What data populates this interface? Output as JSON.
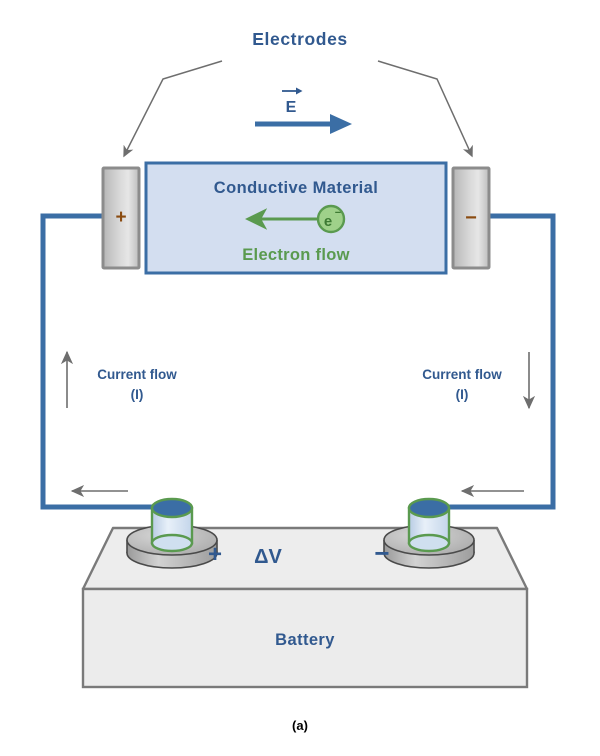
{
  "figure": {
    "caption": "(a)",
    "caption_color": "#000000"
  },
  "palette": {
    "wire_blue": "#3b6ea5",
    "label_blue": "#31598f",
    "block_fill": "#d3def0",
    "block_stroke": "#3b6ea5",
    "electrode_fill": "#c6c6c6",
    "electrode_stroke": "#8c8c8c",
    "electron_green": "#5a9a4f",
    "electron_fill": "#9fd18a",
    "battery_top_fill": "#ededed",
    "battery_front_fill": "#ececec",
    "battery_stroke": "#7a7a7a",
    "pointer_gray": "#6e6e6e",
    "sign_brown": "#8a4b10",
    "terminal_post_fill": "#ccdcef",
    "terminal_cap_fill": "#3b6ea5",
    "terminal_base_fill": "#b4b4b4"
  },
  "annotations": {
    "electrodes_label": "Electrodes",
    "efield_symbol": "E",
    "conductive_material_label": "Conductive Material",
    "electron_symbol": "e",
    "electron_charge_sign": "−",
    "electron_flow_label": "Electron flow",
    "current_flow_label": "Current flow",
    "current_symbol": "(I)",
    "battery_label": "Battery",
    "voltage_label": "ΔV"
  },
  "electrodes": [
    {
      "id": "left-electrode",
      "sign": "+",
      "polarity": "positive"
    },
    {
      "id": "right-electrode",
      "sign": "−",
      "polarity": "negative"
    }
  ],
  "battery_terminals": [
    {
      "id": "positive-terminal",
      "sign": "+",
      "polarity": "positive"
    },
    {
      "id": "negative-terminal",
      "sign": "−",
      "polarity": "negative"
    }
  ],
  "current_flow_markers": [
    {
      "id": "left-current-flow",
      "direction": "up",
      "label": "Current flow",
      "symbol": "(I)"
    },
    {
      "id": "right-current-flow",
      "direction": "down",
      "label": "Current flow",
      "symbol": "(I)"
    }
  ],
  "bottom_flow_arrows": [
    {
      "id": "bottom-left-arrow",
      "direction": "left"
    },
    {
      "id": "bottom-right-arrow",
      "direction": "left"
    }
  ],
  "field_arrow": {
    "direction": "right",
    "label": "E"
  },
  "electron_arrow": {
    "direction": "left"
  }
}
